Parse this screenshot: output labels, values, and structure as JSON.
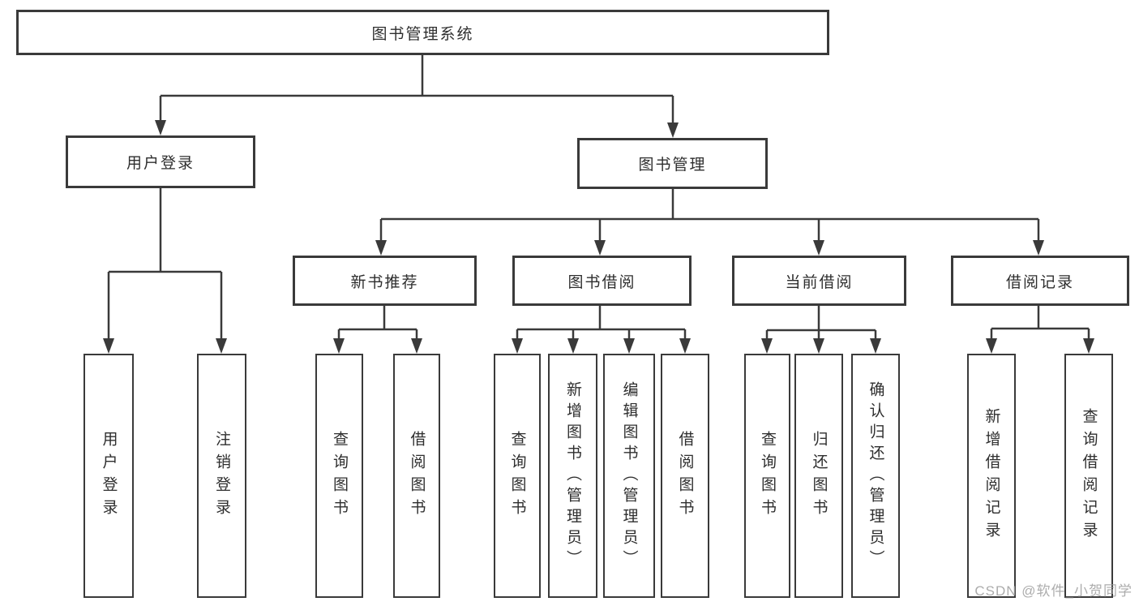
{
  "tree": {
    "label": "图书管理系统",
    "children": [
      {
        "label": "用户登录",
        "children": [
          {
            "label": "用户登录"
          },
          {
            "label": "注销登录"
          }
        ]
      },
      {
        "label": "图书管理",
        "children": [
          {
            "label": "新书推荐",
            "children": [
              {
                "label": "查询图书"
              },
              {
                "label": "借阅图书"
              }
            ]
          },
          {
            "label": "图书借阅",
            "children": [
              {
                "label": "查询图书"
              },
              {
                "label": "新增图书（管理员）"
              },
              {
                "label": "编辑图书（管理员）"
              },
              {
                "label": "借阅图书"
              }
            ]
          },
          {
            "label": "当前借阅",
            "children": [
              {
                "label": "查询图书"
              },
              {
                "label": "归还图书"
              },
              {
                "label": "确认归还（管理员）"
              }
            ]
          },
          {
            "label": "借阅记录",
            "children": [
              {
                "label": "新增借阅记录"
              },
              {
                "label": "查询借阅记录"
              }
            ]
          }
        ]
      }
    ]
  },
  "watermark": {
    "text": "CSDN @软件_小贺同学"
  },
  "colors": {
    "line": "#3a3a3a",
    "box_border": "#3a3a3a",
    "text": "#2e2e2e",
    "watermark": "#9e9e9e",
    "background": "#ffffff"
  }
}
